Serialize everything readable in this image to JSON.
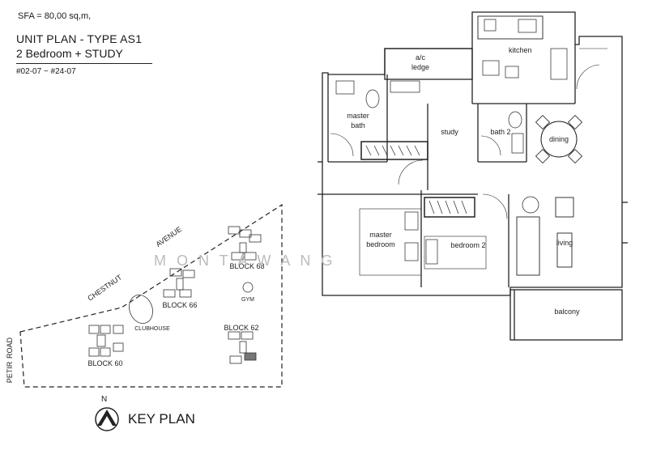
{
  "header": {
    "sfa": "SFA  =  80,00 sq,m,",
    "title": "UNIT PLAN - TYPE AS1",
    "subtitle": "2 Bedroom + STUDY",
    "unit_range": "#02-07 ~ #24-07"
  },
  "floor_plan": {
    "rooms": {
      "kitchen": "kitchen",
      "ac_ledge_line1": "a/c",
      "ac_ledge_line2": "ledge",
      "master_bath_line1": "master",
      "master_bath_line2": "bath",
      "study": "study",
      "bath2": "bath 2",
      "dining": "dining",
      "master_bedroom_line1": "master",
      "master_bedroom_line2": "bedroom",
      "bedroom2": "bedroom 2",
      "living": "living",
      "balcony": "balcony"
    }
  },
  "key_plan": {
    "label": "KEY PLAN",
    "north": "N",
    "roads": {
      "chestnut": "CHESTNUT",
      "avenue": "AVENUE",
      "petir_line1": "PETIR",
      "petir_line2": "ROAD"
    },
    "blocks": {
      "b68": "BLOCK 68",
      "b66": "BLOCK 66",
      "b62": "BLOCK 62",
      "b60": "BLOCK 60"
    },
    "amenities": {
      "gym": "GYM",
      "clubhouse": "CLUBHOUSE"
    }
  },
  "watermark": "M O N T A W A N G"
}
